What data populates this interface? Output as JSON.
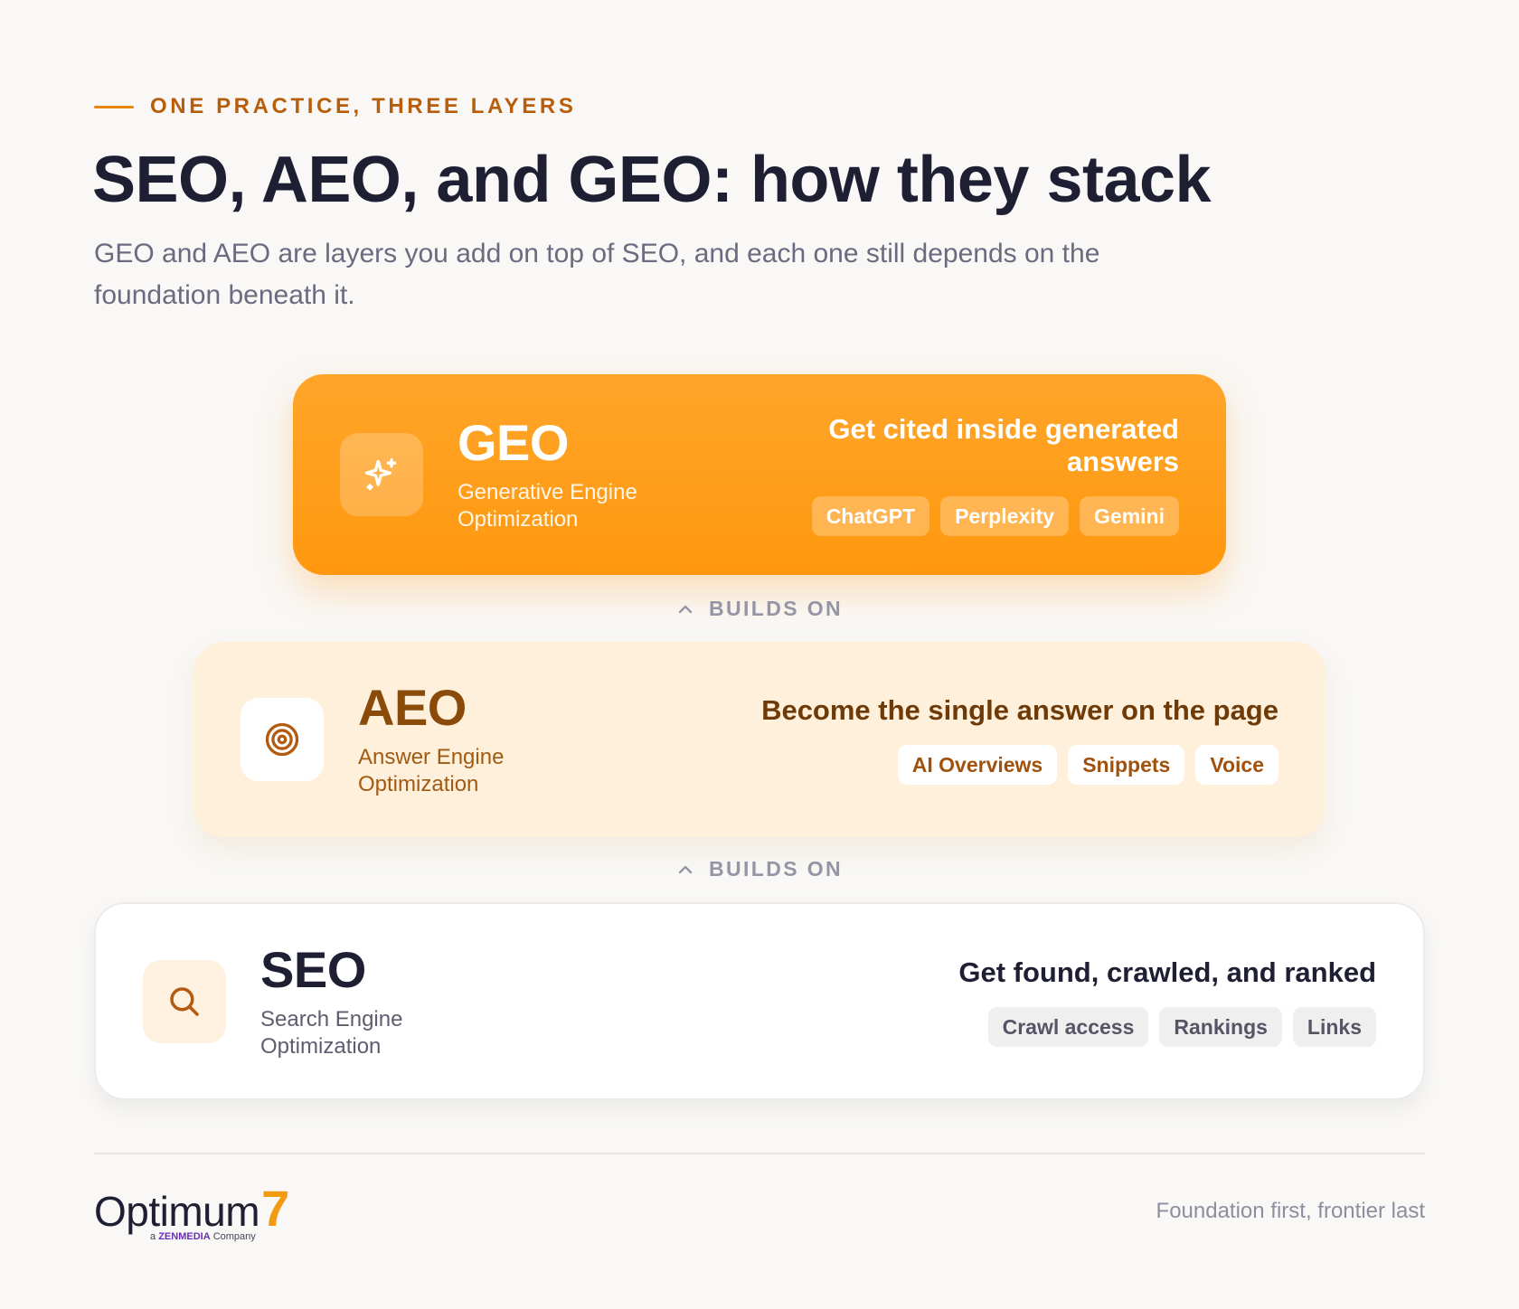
{
  "header": {
    "eyebrow": "ONE PRACTICE, THREE LAYERS",
    "title": "SEO, AEO, and GEO: how they stack",
    "subtitle": "GEO and AEO are layers you add on top of SEO, and each one still depends on the foundation beneath it."
  },
  "layers": [
    {
      "acronym": "GEO",
      "fullname": "Generative Engine Optimization",
      "tagline": "Get cited inside generated answers",
      "chips": [
        "ChatGPT",
        "Perplexity",
        "Gemini"
      ],
      "icon": "sparkles-icon",
      "color": "#ff9d1a"
    },
    {
      "acronym": "AEO",
      "fullname": "Answer Engine Optimization",
      "tagline": "Become the single answer on the page",
      "chips": [
        "AI Overviews",
        "Snippets",
        "Voice"
      ],
      "icon": "target-icon",
      "color": "#fff0db"
    },
    {
      "acronym": "SEO",
      "fullname": "Search Engine Optimization",
      "tagline": "Get found, crawled, and ranked",
      "chips": [
        "Crawl access",
        "Rankings",
        "Links"
      ],
      "icon": "search-icon",
      "color": "#ffffff"
    }
  ],
  "connectors": [
    "BUILDS ON",
    "BUILDS ON"
  ],
  "footer": {
    "logo_word": "Optimum",
    "logo_number": "7",
    "logo_sub_prefix": "a",
    "logo_sub_brand": "ZENMEDIA",
    "logo_sub_suffix": "Company",
    "note": "Foundation first, frontier last"
  }
}
